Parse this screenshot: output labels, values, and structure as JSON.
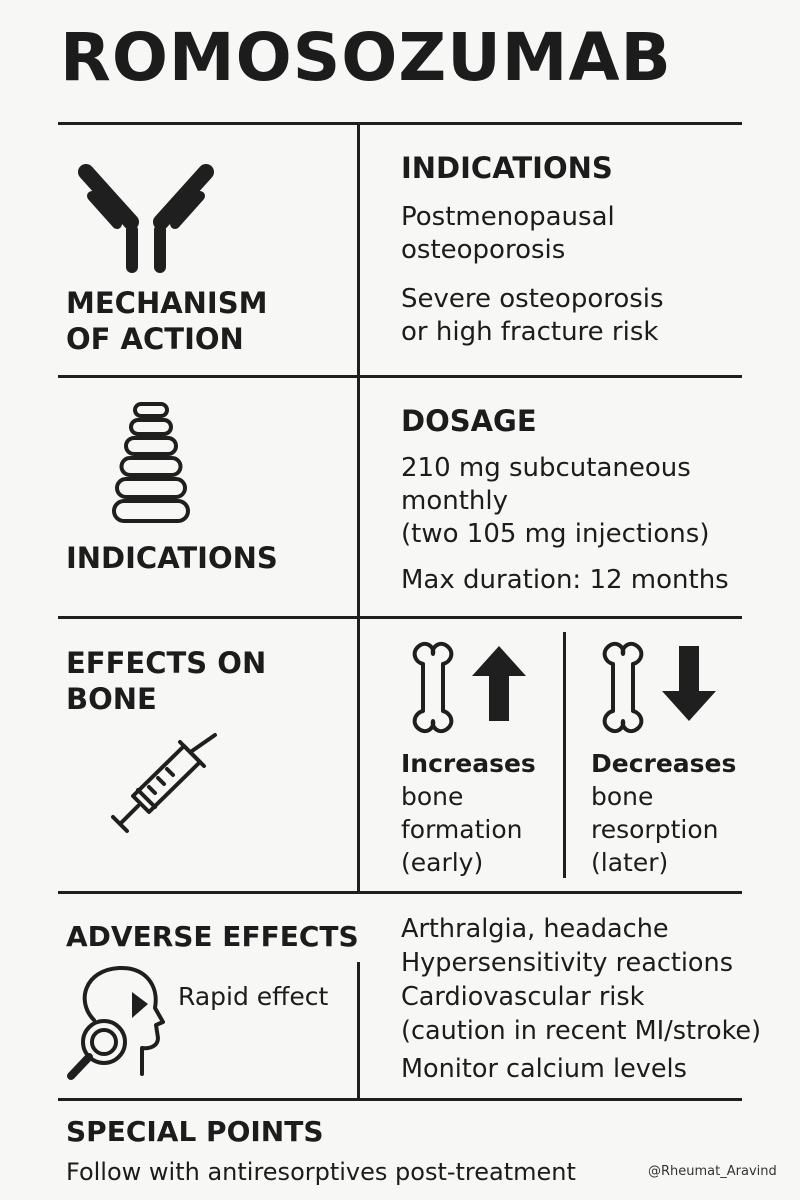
{
  "title": "ROMOSOZUMAB",
  "mechanism": {
    "heading_line1": "MECHANISM",
    "heading_line2": "OF ACTION",
    "icon": "antibody-icon"
  },
  "indications_left": {
    "heading": "INDICATIONS",
    "icon": "spine-icon"
  },
  "indications": {
    "heading": "INDICATIONS",
    "item1_line1": "Postmenopausal",
    "item1_line2": "osteoporosis",
    "item2_line1": "Severe osteoporosis",
    "item2_line2": "or high fracture risk"
  },
  "dosage": {
    "heading": "DOSAGE",
    "line1": "210 mg subcutaneous",
    "line2": "monthly",
    "line3": "(two 105 mg injections)",
    "line4": "Max duration: 12 months"
  },
  "effects": {
    "heading_line1": "EFFECTS ON",
    "heading_line2": "BONE",
    "icon": "syringe-icon",
    "increase": {
      "bold": "Increases",
      "line1": "bone",
      "line2": "formation",
      "line3": "(early)",
      "icon": "arrow-up-icon"
    },
    "decrease": {
      "bold": "Decreases",
      "line1": "bone",
      "line2": "resorption",
      "line3": "(later)",
      "icon": "arrow-down-icon"
    }
  },
  "adverse": {
    "heading": "ADVERSE EFFECTS",
    "rapid": "Rapid effect",
    "line1": "Arthralgia, headache",
    "line2": "Hypersensitivity reactions",
    "line3": "Cardiovascular risk",
    "line4": "(caution in recent MI/stroke)",
    "line5": "Monitor calcium levels",
    "icon": "head-magnifier-icon"
  },
  "special": {
    "heading": "SPECIAL POINTS",
    "text": "Follow with antiresorptives post-treatment"
  },
  "credit": "@Rheumat_Aravind"
}
